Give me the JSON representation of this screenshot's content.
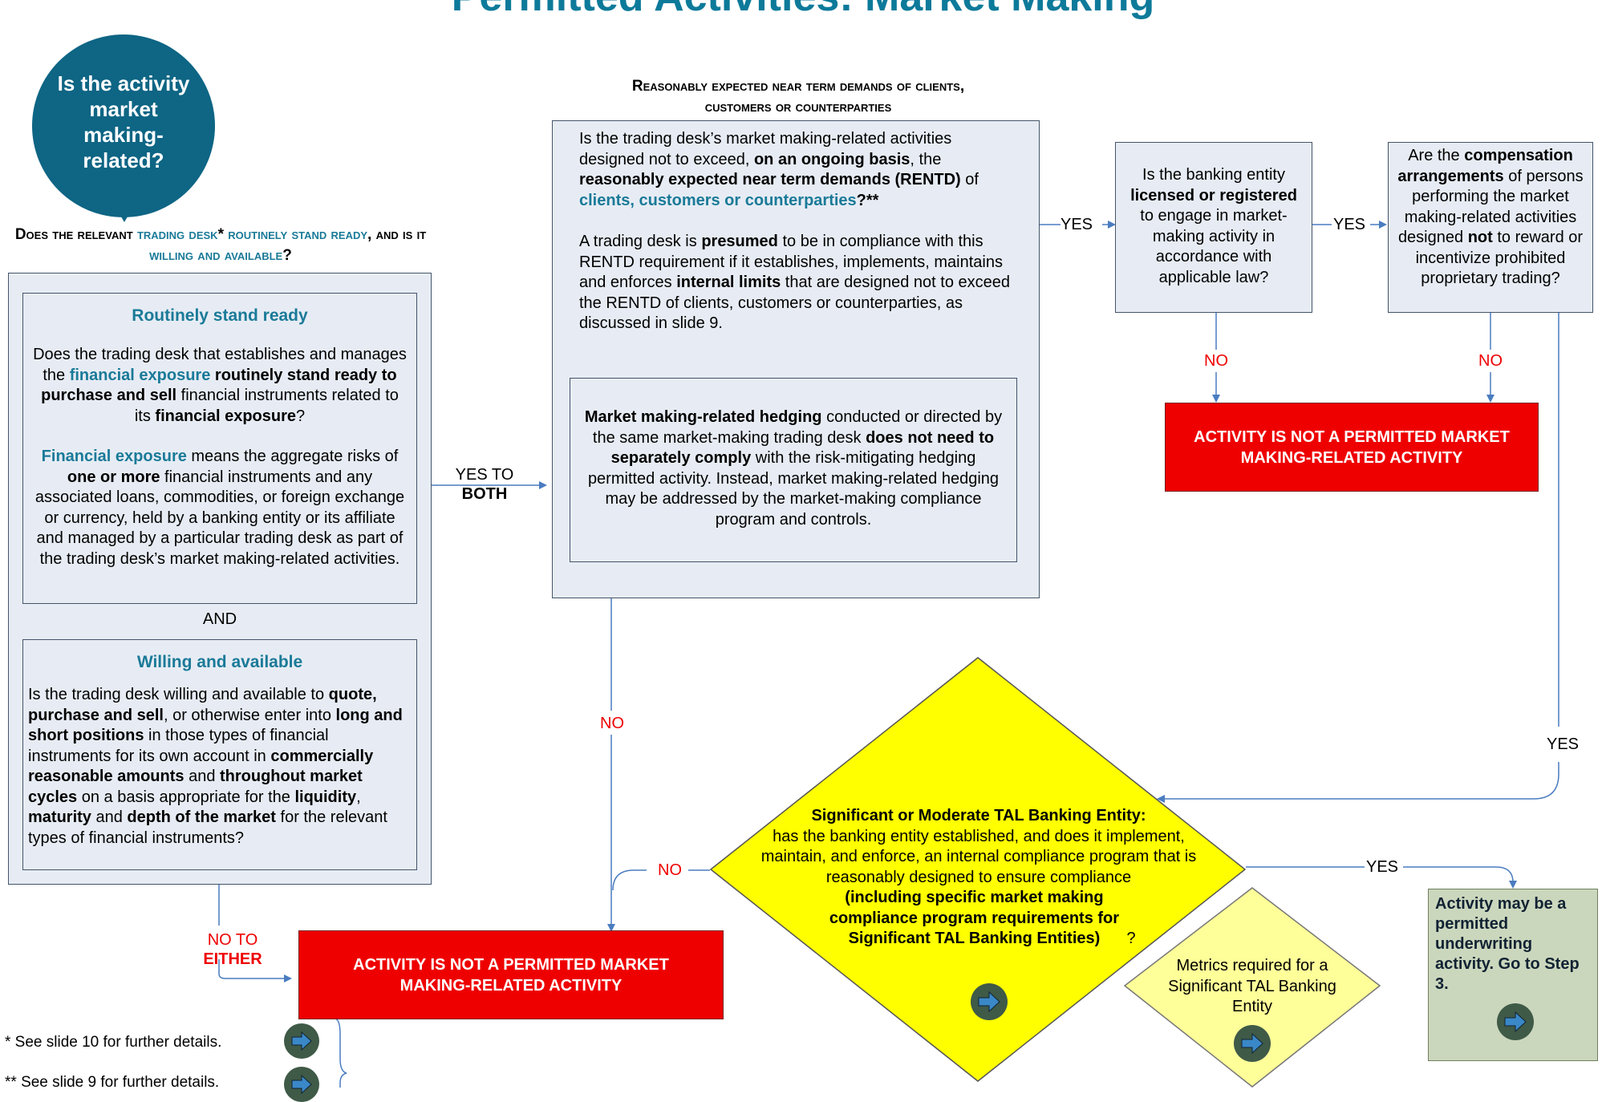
{
  "title": "Permitted Activities: Market Making",
  "start": {
    "question": "Is the activity market making-related?"
  },
  "trading_desk": {
    "heading_prefix": "Does the relevant ",
    "heading_teal1": "trading desk",
    "heading_star": "*",
    "heading_mid1": " routinely stand ready",
    "heading_mid2": ", and is it ",
    "heading_teal2": "willing and available",
    "heading_end": "?",
    "routinely": {
      "title": "Routinely stand ready",
      "p1": [
        "Does the trading desk that establishes and manages the ",
        "financial exposure",
        " ",
        "routinely stand ready to purchase and sell",
        " financial instruments related to its ",
        "financial exposure",
        "?"
      ],
      "p2": [
        "Financial exposure",
        " means the aggregate risks of ",
        "one or more",
        " financial instruments and any associated loans, commodities, or foreign exchange or currency, held by a banking entity or its affiliate and managed by a particular trading desk as part of the trading desk’s market making-related activities."
      ]
    },
    "and": "AND",
    "willing": {
      "title": "Willing and available",
      "p": [
        "Is the trading desk willing and available to ",
        "quote, purchase and sell",
        ", or otherwise enter into ",
        "long and short positions",
        " in those types of financial instruments for its own account in ",
        "commercially reasonable amounts",
        " and ",
        "throughout market cycles",
        " on a basis appropriate for the ",
        "liquidity",
        ", ",
        "maturity",
        " and ",
        "depth of the market",
        " for the relevant types of financial instruments?"
      ]
    }
  },
  "rentd": {
    "heading_line1": "Reasonably expected near term demands of clients,",
    "heading_line2": "customers or counterparties",
    "p1": [
      "Is the trading desk’s market making-related activities designed not to exceed, ",
      "on an ongoing basis",
      ", the ",
      "reasonably expected near term demands (RENTD)",
      " of ",
      "clients, customers or counterparties",
      "?**"
    ],
    "p2": [
      "A trading desk is ",
      "presumed",
      " to be in compliance with this RENTD requirement if it establishes, implements, maintains and enforces ",
      "internal limits",
      " that are designed not to exceed the RENTD of clients, customers or counterparties, as discussed in slide 9."
    ],
    "hedge": [
      "Market making-related hedging",
      " conducted or directed by the same market-making trading desk ",
      "does not need to separately comply",
      " with the risk-mitigating hedging permitted activity.  Instead, market making-related hedging may be addressed by the market-making compliance program and controls."
    ]
  },
  "licensed": [
    "Is the banking entity ",
    "licensed or registered",
    " to engage in market-making activity in accordance with applicable law?"
  ],
  "compensation": [
    "Are the ",
    "compensation arrangements",
    " of persons performing the market making-related activities designed ",
    "not",
    " to reward or incentivize prohibited proprietary trading?"
  ],
  "not_permitted_1": "ACTIVITY IS NOT A PERMITTED MARKET MAKING-RELATED ACTIVITY",
  "not_permitted_2": "ACTIVITY IS NOT A PERMITTED MARKET MAKING-RELATED ACTIVITY",
  "compliance": {
    "bold1": "Significant or Moderate TAL Banking Entity:",
    "text1": "has the banking entity established, and does it implement, maintain, and enforce, an internal compliance program that is reasonably designed to ensure compliance",
    "bold2": "(including specific market making compliance program requirements for Significant TAL Banking Entities)",
    "end": "?"
  },
  "metrics": "Metrics required for a Significant TAL Banking Entity",
  "result_underwriting": "Activity may be a permitted underwriting activity.  Go to Step 3.",
  "labels": {
    "yes_to": "YES TO",
    "both": "BOTH",
    "yes1": "YES",
    "yes2": "YES",
    "yes3": "YES",
    "yes4": "YES",
    "no1": "NO",
    "no2": "NO",
    "no3": "NO",
    "no4": "NO",
    "no_to": "NO TO",
    "either": "EITHER"
  },
  "footnotes": [
    "* See slide 10 for further details.",
    "** See slide 9 for further details."
  ],
  "colors": {
    "teal": "#0e6584",
    "panel": "#e7ecf4",
    "red": "#ee0000",
    "yellow": "#ffff00",
    "light_yellow": "#ffff99",
    "green": "#cbd7bd",
    "line": "#4a7cc0"
  },
  "icons": [
    "right-arrow-icon"
  ]
}
